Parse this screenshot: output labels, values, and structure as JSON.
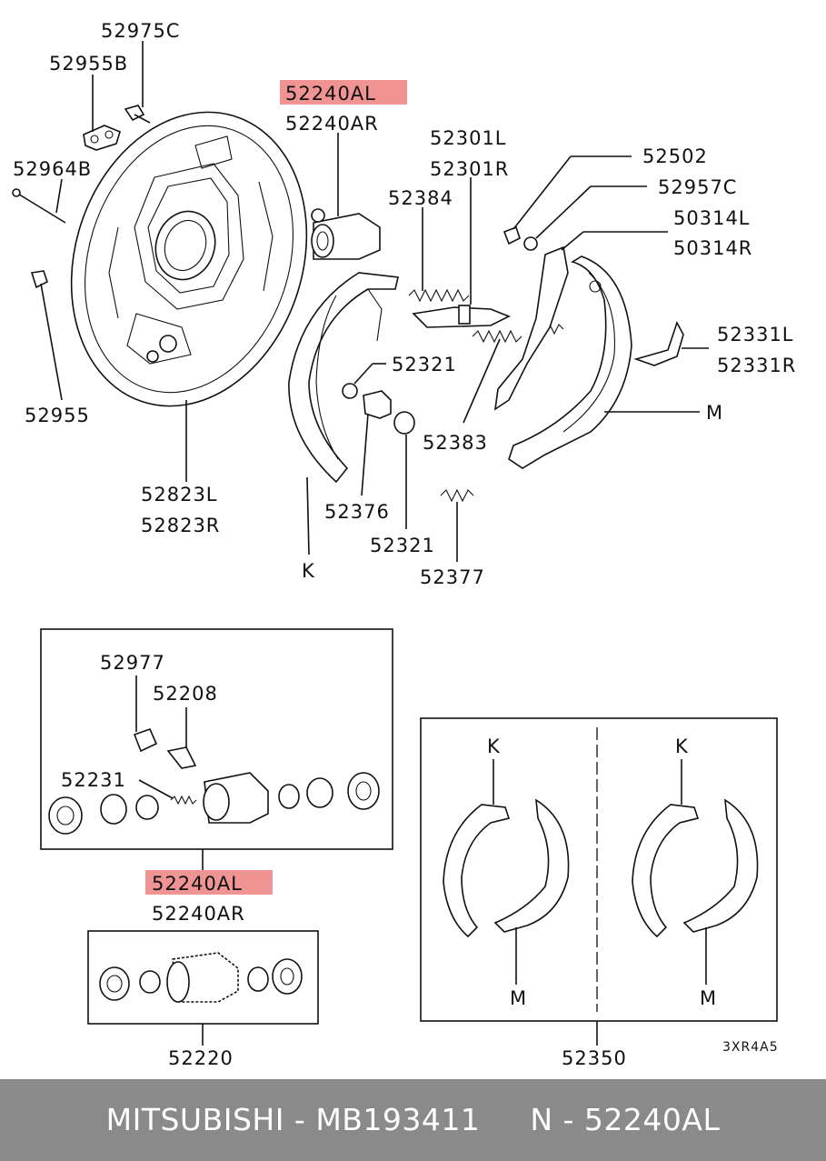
{
  "labels": {
    "p52975C": "52975C",
    "p52955B": "52955B",
    "p52964B": "52964B",
    "p52955": "52955",
    "p52823L": "52823L",
    "p52823R": "52823R",
    "p52240AL_top": "52240AL",
    "p52240AR_top": "52240AR",
    "p52301L": "52301L",
    "p52301R": "52301R",
    "p52384": "52384",
    "p52502": "52502",
    "p52957C": "52957C",
    "p50314L": "50314L",
    "p50314R": "50314R",
    "p52321_a": "52321",
    "p52331L": "52331L",
    "p52331R": "52331R",
    "pM_top": "M",
    "p52383": "52383",
    "p52376": "52376",
    "p52321_b": "52321",
    "pK_top": "K",
    "p52377": "52377",
    "p52977": "52977",
    "p52208": "52208",
    "p52231": "52231",
    "p52240AL_mid": "52240AL",
    "p52240AR_mid": "52240AR",
    "p52220": "52220",
    "pK_left": "K",
    "pK_right": "K",
    "pM_left": "M",
    "pM_right": "M",
    "p52350": "52350",
    "diagram_code": "3XR4A5"
  },
  "highlight_color": "#f09393",
  "footer": {
    "text": "MITSUBISHI - MB193411     N - 52240AL"
  }
}
